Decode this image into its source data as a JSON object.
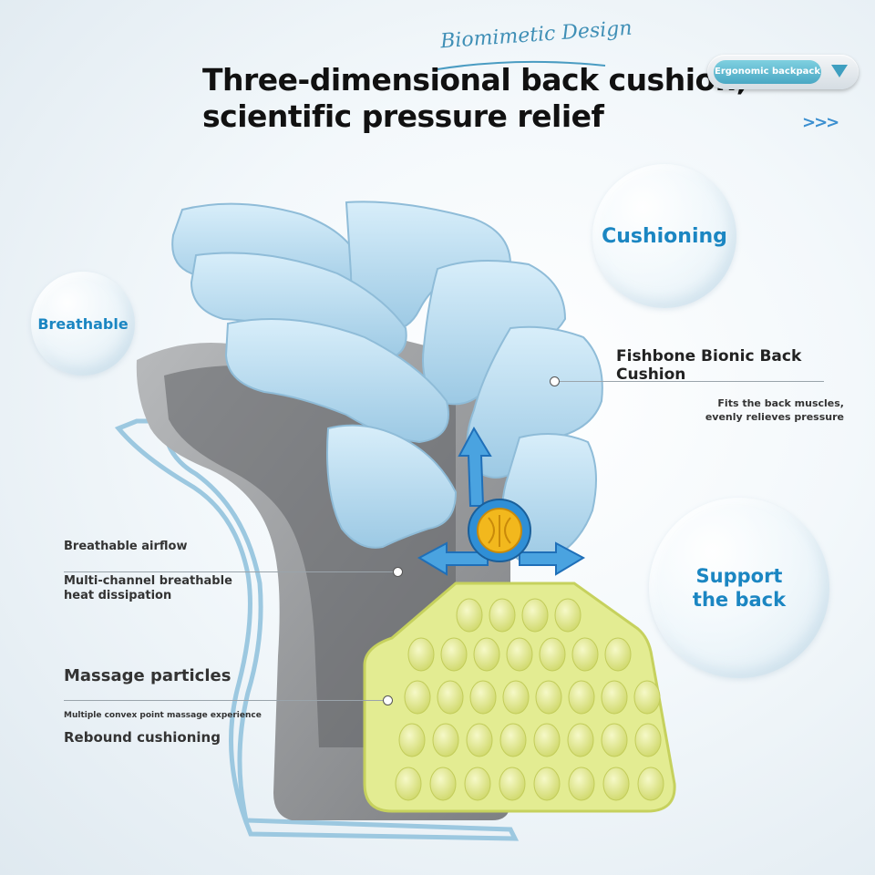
{
  "header": {
    "script_tag": "Biomimetic Design",
    "title_line1": "Three-dimensional back cushion,",
    "title_line2": "scientific pressure relief"
  },
  "pill": {
    "label": "Ergonomic backpack",
    "arrow_icon": "triangle-down-icon"
  },
  "chevrons": ">>>",
  "bubbles": {
    "cushioning": "Cushioning",
    "breathable": "Breathable",
    "support_line1": "Support",
    "support_line2": "the back"
  },
  "callouts": {
    "fishbone_title": "Fishbone Bionic Back Cushion",
    "fishbone_desc_line1": "Fits the back muscles,",
    "fishbone_desc_line2": "evenly relieves pressure",
    "airflow_title": "Breathable airflow",
    "airflow_desc_line1": "Multi-channel breathable",
    "airflow_desc_line2": "heat dissipation",
    "massage_title": "Massage particles",
    "massage_desc": "Multiple convex point massage experience",
    "rebound": "Rebound cushioning"
  },
  "colors": {
    "accent_blue": "#1b86c2",
    "pad_blue": "#bfe0f2",
    "frame_gray": "#9a9c9e",
    "massage_green": "#e3ec92",
    "hub_orange": "#f2b81d"
  }
}
